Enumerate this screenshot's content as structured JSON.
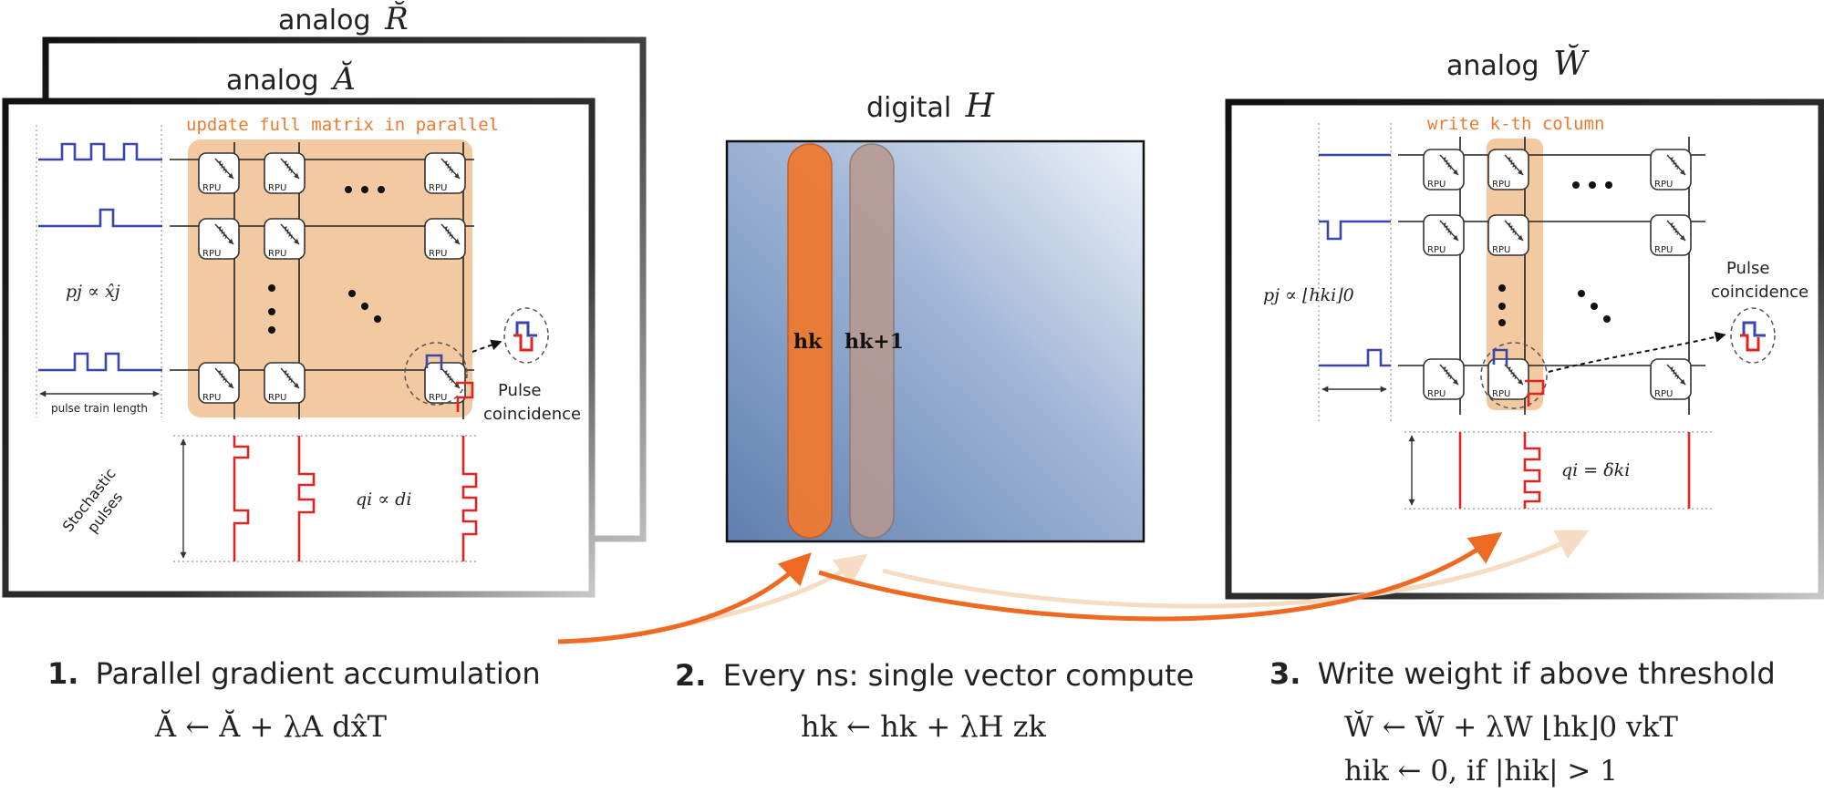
{
  "panels": {
    "left": {
      "back_title_prefix": "analog",
      "back_title_symbol": "R̆",
      "front_title_prefix": "analog",
      "front_title_symbol": "Ă",
      "highlight_label": "update full matrix in parallel",
      "row_formula": "pj ∝ x̂j",
      "pulse_train_label": "pulse train length",
      "stochastic_label_1": "Stochastic",
      "stochastic_label_2": "pulses",
      "col_formula": "qi ∝ di",
      "coincidence_1": "Pulse",
      "coincidence_2": "coincidence"
    },
    "middle": {
      "title_prefix": "digital",
      "title_symbol": "H",
      "col_k": "hk",
      "col_k1": "hk+1"
    },
    "right": {
      "title_prefix": "analog",
      "title_symbol": "W̆",
      "highlight_label": "write k-th column",
      "row_formula": "pj ∝ ⌊hki⌋0",
      "col_formula": "qi = δki",
      "coincidence_1": "Pulse",
      "coincidence_2": "coincidence"
    }
  },
  "cell_label": "RPU",
  "steps": [
    {
      "num": "1.",
      "text": "Parallel gradient accumulation",
      "eq1": "Ă ← Ă + λA dx̂T"
    },
    {
      "num": "2.",
      "text": "Every ns: single vector compute",
      "eq1": "hk ← hk + λH zk"
    },
    {
      "num": "3.",
      "text": "Write weight if above threshold",
      "eq1": "W̆ ← W̆ + λW ⌊hk⌋0 vkT",
      "eq2": "hik ← 0,   if |hik| > 1"
    }
  ],
  "colors": {
    "orange": "#ee6a22",
    "orange_light": "#f7dcc4",
    "highlight": "#f3c9a2",
    "pulse_blue": "#3a46a8",
    "pulse_red": "#e02424",
    "digital_dark": "#5f7fb0",
    "digital_light": "#e8eff8"
  }
}
